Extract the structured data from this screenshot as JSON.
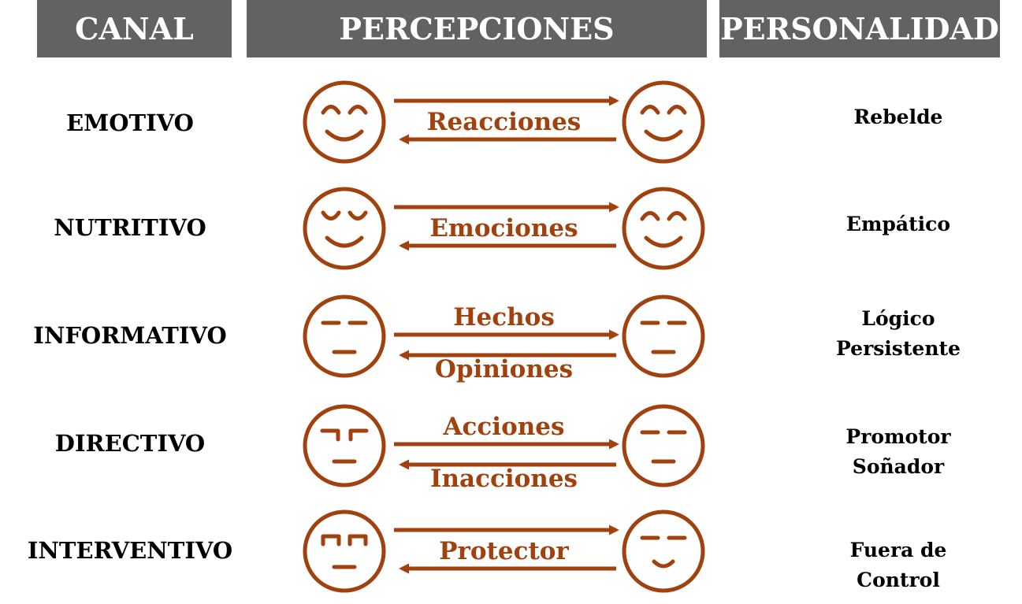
{
  "headers": {
    "canal": "CANAL",
    "percepciones": "PERCEPCIONES",
    "personalidad": "PERSONALIDAD"
  },
  "colors": {
    "header_bg": "#626262",
    "header_text": "#ffffff",
    "accent": "#a0410e",
    "text": "#000000"
  },
  "rows": [
    {
      "canal": "EMOTIVO",
      "label_top": "",
      "label_middle": "Reacciones",
      "label_bottom": "",
      "left_face": "happy-icon",
      "right_face": "happy-icon",
      "personalidad": [
        "Rebelde"
      ]
    },
    {
      "canal": "NUTRITIVO",
      "label_top": "",
      "label_middle": "Emociones",
      "label_bottom": "",
      "left_face": "content-closed-eyes-icon",
      "right_face": "happy-icon",
      "personalidad": [
        "Empático"
      ]
    },
    {
      "canal": "INFORMATIVO",
      "label_top": "Hechos",
      "label_middle": "",
      "label_bottom": "Opiniones",
      "left_face": "neutral-icon",
      "right_face": "neutral-icon",
      "personalidad": [
        "Lógico",
        "Persistente"
      ]
    },
    {
      "canal": "DIRECTIVO",
      "label_top": "Acciones",
      "label_middle": "",
      "label_bottom": "Inacciones",
      "left_face": "stern-icon",
      "right_face": "neutral-icon",
      "personalidad": [
        "Promotor",
        "Soñador"
      ]
    },
    {
      "canal": "INTERVENTIVO",
      "label_top": "",
      "label_middle": "Protector",
      "label_bottom": "",
      "left_face": "worried-icon",
      "right_face": "calm-smile-icon",
      "personalidad": [
        "Fuera de",
        "Control"
      ]
    }
  ]
}
